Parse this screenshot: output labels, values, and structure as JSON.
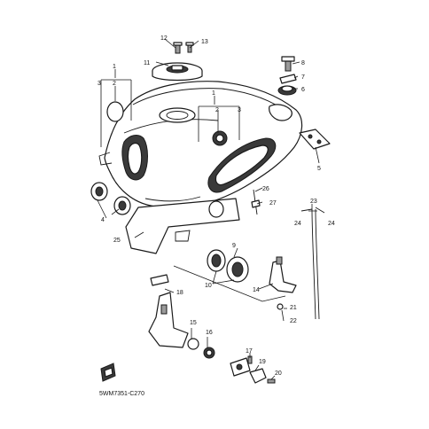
{
  "diagram": {
    "code": "5WM7351-C270",
    "callouts": {
      "c1a": "1",
      "c1b": "1",
      "c2a": "2",
      "c2b": "2",
      "c3a": "3",
      "c3b": "3",
      "c4": "4",
      "c5": "5",
      "c6": "6",
      "c7": "7",
      "c8": "8",
      "c9": "9",
      "c10": "10",
      "c11": "11",
      "c12": "12",
      "c13": "13",
      "c14": "14",
      "c15": "15",
      "c16": "16",
      "c17": "17",
      "c18": "18",
      "c19": "19",
      "c20": "20",
      "c21": "21",
      "c22": "22",
      "c23": "23",
      "c24a": "24",
      "c24b": "24",
      "c25": "25",
      "c26": "26",
      "c27": "27"
    }
  }
}
